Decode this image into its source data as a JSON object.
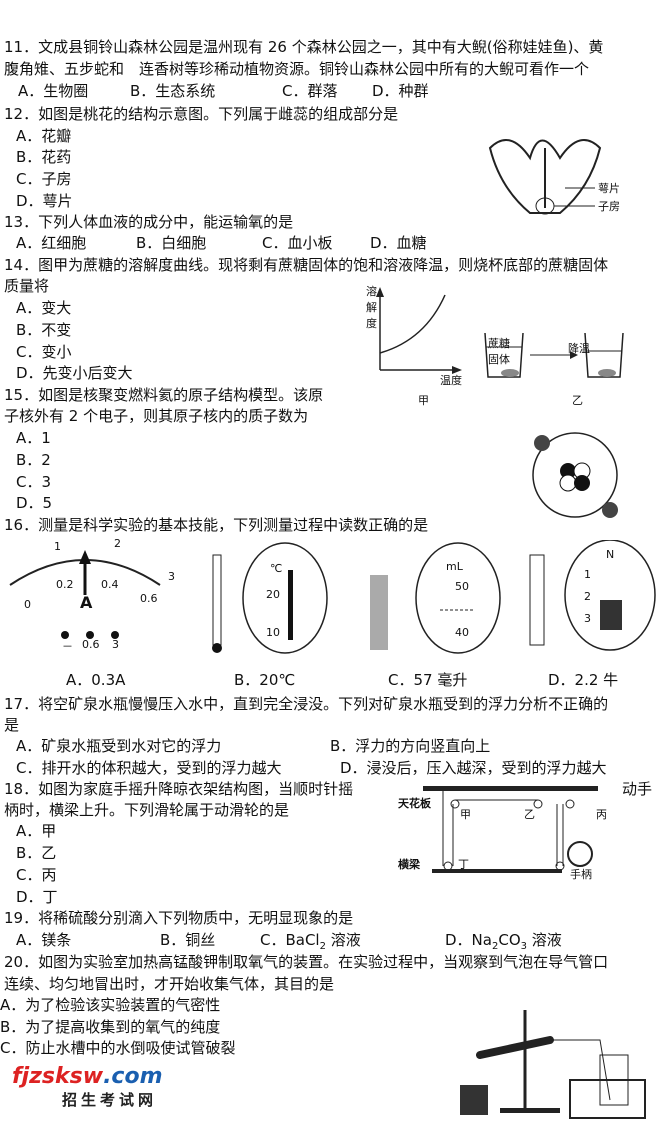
{
  "q11": {
    "l1": "11．文成县铜铃山森林公园是温州现有 26 个森林公园之一，其中有大鲵(俗称娃娃鱼)、黄",
    "l2": "腹角雉、五步蛇和　连香树等珍稀动植物资源。铜铃山森林公园中所有的大鲵可看作一个",
    "a": "A．生物圈",
    "b": "B．生态系统",
    "c": "C．群落",
    "d": "D．种群"
  },
  "q12": {
    "l1": "12．如图是桃花的结构示意图。下列属于雌蕊的组成部分是",
    "a": "A．花瓣",
    "b": "B．花药",
    "c": "C．子房",
    "d": "D．萼片",
    "fig_labels": [
      "萼片",
      "子房"
    ]
  },
  "q13": {
    "l1": "13．下列人体血液的成分中，能运输氧的是",
    "a": "A．红细胞",
    "b": "B．白细胞",
    "c": "C．血小板",
    "d": "D．血糖"
  },
  "q14": {
    "l1": "14．图甲为蔗糖的溶解度曲线。现将剩有蔗糖固体的饱和溶液降温，则烧杯底部的蔗糖固体",
    "l2": "质量将",
    "a": "A．变大",
    "b": "B．不变",
    "c": "C．变小",
    "d": "D．先变小后变大",
    "fig": {
      "y_label": "溶解度",
      "x_label": "温度",
      "left_caption": "甲",
      "right_caption": "乙",
      "solid": "蔗糖固体",
      "arrow": "降温"
    }
  },
  "q15": {
    "l1": "15．如图是核聚变燃料氦的原子结构模型。该原",
    "l2": "子核外有 2 个电子，则其原子核内的质子数为",
    "a": "A．1",
    "b": "B．2",
    "c": "C．3",
    "d": "D．5"
  },
  "q16": {
    "l1": "16．测量是科学实验的基本技能，下列测量过程中读数正确的是",
    "a": "A．0.3A",
    "b": "B．20℃",
    "c": "C．57 毫升",
    "d": "D．2.2 牛",
    "fig": {
      "ammeter": "A",
      "terminals": [
        "－",
        "0.6",
        "3"
      ],
      "ticks_top": [
        "1",
        "2",
        "3"
      ],
      "ticks_bottom": [
        "0",
        "0.2",
        "0.4",
        "0.6"
      ],
      "therm_unit": "℃",
      "therm_ticks": [
        "20",
        "10"
      ],
      "cyl_unit": "mL",
      "cyl_ticks": [
        "50",
        "40"
      ],
      "spring_unit": "N",
      "spring_ticks": [
        "1",
        "2",
        "3"
      ]
    }
  },
  "q17": {
    "l1": "17．将空矿泉水瓶慢慢压入水中，直到完全浸没。下列对矿泉水瓶受到的浮力分析不正确的",
    "l2": "是",
    "a": "A．矿泉水瓶受到水对它的浮力",
    "b": "B．浮力的方向竖直向上",
    "c": "C．排开水的体积越大，受到的浮力越大",
    "d": "D．浸没后，压入越深，受到的浮力越大"
  },
  "q18": {
    "l1": "18．如图为家庭手摇升降晾衣架结构图，当顺时针摇",
    "l1b": "动手",
    "l2": "柄时，横梁上升。下列滑轮属于动滑轮的是",
    "a": "A．甲",
    "b": "B．乙",
    "c": "C．丙",
    "d": "D．丁",
    "fig": {
      "ceiling": "天花板",
      "beam": "横梁",
      "handle": "手柄",
      "p1": "甲",
      "p2": "乙",
      "p3": "丙",
      "p4": "丁"
    }
  },
  "q19": {
    "l1": "19．将稀硫酸分别滴入下列物质中，无明显现象的是",
    "a": "A．镁条",
    "b": "B．铜丝",
    "c1": "C．BaCl",
    "c2": "2",
    "c3": " 溶液",
    "d1": "D．Na",
    "d2": "2",
    "d3": "CO",
    "d4": "3",
    "d5": " 溶液"
  },
  "q20": {
    "l1": "20．如图为实验室加热高锰酸钾制取氧气的装置。在实验过程中，当观察到气泡在导气管口",
    "l2": "连续、均匀地冒出时，才开始收集气体，其目的是",
    "a": "A．为了检验该实验装置的气密性",
    "b": "B．为了提高收集到的氧气的纯度",
    "c": "C．防止水槽中的水倒吸使试管破裂"
  },
  "logo": {
    "url_a": "fjzsksw",
    "url_b": ".com",
    "sub": "招生考试网"
  }
}
